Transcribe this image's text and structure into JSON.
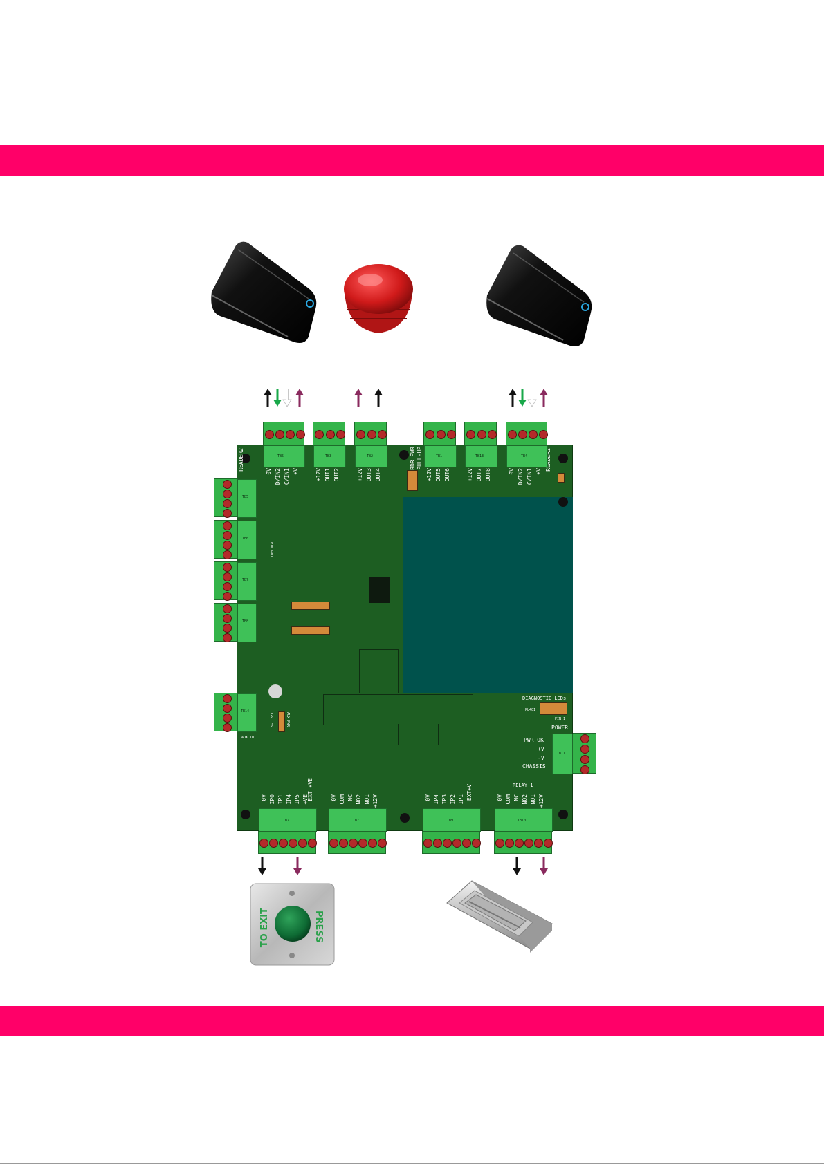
{
  "colors": {
    "band": "#ff0068",
    "board": "#1d5e22",
    "lcd": "#00524c",
    "terminal": "#3fc158",
    "arrow_black": "#111111",
    "arrow_green": "#19a84a",
    "arrow_purple": "#8a2a5e",
    "arrow_white": "#ffffff"
  },
  "devices": {
    "reader_left": "card-reader",
    "sounder": "red-sounder-beacon",
    "reader_right": "card-reader",
    "exit_button": {
      "icon": "green-exit-button",
      "text_press": "PRESS",
      "text_to_exit": "TO EXIT"
    },
    "maglock": "magnetic-lock"
  },
  "board": {
    "reader2_title": "READER2",
    "reader1_title": "READER1",
    "pullup_title": "PULL-UP",
    "rdr_pwr_title": "RDR PWR",
    "aux_pwr": "AUX PWR",
    "aux_in": "AUX IN",
    "pin_pad": "PIN PAD",
    "diagnostic": "DIAGNOSTIC LEDs",
    "pl401": "PL401",
    "pin1": "PIN 1",
    "power": "POWER",
    "power_pins": [
      "PWR OK",
      "+V",
      "-V",
      "CHASSIS"
    ],
    "relay1": "RELAY 1",
    "ext_ve": "EXT +VE",
    "ext_v": "EXT +V",
    "aux_voltages": [
      "12V",
      "5V"
    ]
  },
  "terminals": {
    "tb1": {
      "label": "TB1",
      "pins": [
        "+12V",
        "OUT5",
        "OUT6"
      ]
    },
    "tb2": {
      "label": "TB2",
      "pins": [
        "+12V",
        "OUT3",
        "OUT4"
      ]
    },
    "tb3": {
      "label": "TB3",
      "pins": [
        "+12V",
        "OUT1",
        "OUT2"
      ]
    },
    "tb4": {
      "label": "TB4",
      "pins": [
        "0V",
        "D/IN2",
        "C/IN1",
        "+V"
      ]
    },
    "tb13": {
      "label": "TB13",
      "pins": [
        "+12V",
        "OUT7",
        "OUT8"
      ]
    },
    "reader2_block": {
      "label": "TB5",
      "pins": [
        "0V",
        "D/IN2",
        "C/IN1",
        "+V"
      ]
    },
    "tb_bottom_1": {
      "label": "TB7",
      "pins": [
        "0V",
        "IP0",
        "IP1",
        "IP4",
        "IP5",
        "+VE"
      ]
    },
    "tb_bottom_2": {
      "label": "TB7",
      "pins": [
        "0V",
        "COM",
        "NC",
        "NO2",
        "NO1",
        "+12V"
      ]
    },
    "tb_bottom_3": {
      "label": "TB9",
      "pins": [
        "0V",
        "IP4",
        "IP3",
        "IP2",
        "IP1",
        "EXT+V"
      ]
    },
    "tb_bottom_4": {
      "label": "TB10",
      "pins": [
        "0V",
        "COM",
        "NC",
        "NO2",
        "NO1",
        "+12V"
      ]
    },
    "left_blocks": [
      "TB5",
      "TB6",
      "TB7",
      "TB8"
    ],
    "aux_block": "TB14",
    "power_block": "TB11"
  }
}
